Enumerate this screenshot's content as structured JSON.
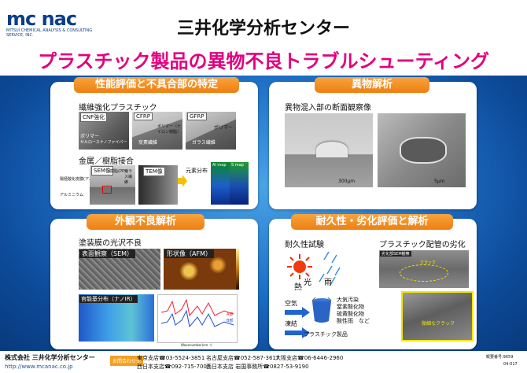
{
  "logo": {
    "text": "mc nac",
    "subtitle": "MITSUI CHEMICAL ANALYSIS & CONSULTING SERVICE, INC."
  },
  "title_main": "三井化学分析センター",
  "title_sub": "プラスチック製品の異物不良トラブルシューティング",
  "panel1": {
    "tab": "性能評価と不具合部の特定",
    "heading1": "繊維強化プラスチック",
    "cnf": "CNF強化",
    "cfrp": "CFRP",
    "gfrp": "GFRP",
    "polymer_nylon": "ポリマー（ナイロン樹脂）",
    "polymer": "ポリマー",
    "carbon_fiber": "炭素繊維",
    "glass_fiber": "ガラス繊維",
    "cnf_note1": "ポリマー",
    "cnf_note2": "セルロースナノファイバー",
    "heading2": "金属／樹脂接合",
    "sem": "SEM像",
    "resin_pps": "樹脂(PPS)",
    "glass": "ガラス繊維",
    "anodic": "陽極酸化皮膜(アルマイト)",
    "aluminum": "アルミニウム",
    "tem": "TEM像",
    "element_map": "元素分布",
    "al_map": "Al map",
    "s_map": "S map"
  },
  "panel2": {
    "tab": "異物解析",
    "heading": "異物混入部の断面観察像",
    "scale1": "300μm",
    "scale2": "5μm"
  },
  "panel3": {
    "tab": "外観不良解析",
    "heading": "塗装膜の光沢不良",
    "surface": "表面観察（SEM）",
    "shape": "形状像（AFM）",
    "ir": "官能基分布（ナノIR）",
    "legend1": "A部",
    "legend2": "B部",
    "xaxis": "Wavenumber(cm⁻¹)"
  },
  "panel4": {
    "tab": "耐久性・劣化評価と解析",
    "heading1": "耐久性試験",
    "heading2": "プラスチック配管の劣化",
    "heat": "熱",
    "light": "光",
    "rain": "雨",
    "air": "空気",
    "freeze": "凍結",
    "pollutants": [
      "大気汚染",
      "窒素酸化物",
      "硫黄酸化物",
      "酸性雨　など"
    ],
    "product": "プラスチック製品",
    "sem_label": "劣化部SEM観察",
    "crack": "微細なクラック",
    "crack2": "クラック"
  },
  "footer": {
    "company": "株式会社 三井化学分析センター",
    "url": "http://www.mcanac.co.jp",
    "contact": "お問合わせ先",
    "tokyo": "東京支店☎03-5524-3851",
    "nagoya": "名古屋支店☎052-587-3617",
    "osaka": "大阪支店☎06-6446-2960",
    "nishinihon": "西日本支店☎092-715-7003",
    "nishinihon2": "西日本支店 岩国事務所☎0827-53-9190",
    "doc_no": "概要番号:9659",
    "date": "04-017"
  },
  "colors": {
    "accent": "#e3007f",
    "tab": "#ee7f10",
    "bg": "#1e6fc6",
    "navy": "#0b3e8a"
  }
}
